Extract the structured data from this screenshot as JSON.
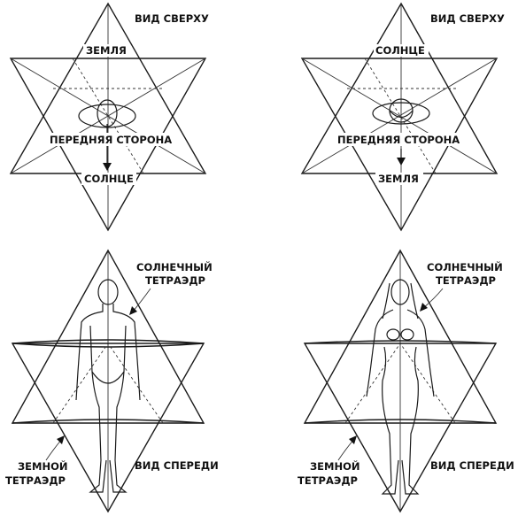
{
  "panels": {
    "top_left": {
      "view": "ВИД СВЕРХУ",
      "back": "ЗЕМЛЯ",
      "front_side": "ПЕРЕДНЯЯ СТОРОНА",
      "bottom": "СОЛНЦЕ"
    },
    "top_right": {
      "view": "ВИД СВЕРХУ",
      "back": "СОЛНЦЕ",
      "front_side": "ПЕРЕДНЯЯ СТОРОНА",
      "bottom": "ЗЕМЛЯ"
    },
    "bottom_left": {
      "sun_line1": "СОЛНЕЧНЫЙ",
      "sun_line2": "ТЕТРАЭДР",
      "earth_line1": "ЗЕМНОЙ",
      "earth_line2": "ТЕТРАЭДР",
      "view": "ВИД СПЕРЕДИ"
    },
    "bottom_right": {
      "sun_line1": "СОЛНЕЧНЫЙ",
      "sun_line2": "ТЕТРАЭДР",
      "earth_line1": "ЗЕМНОЙ",
      "earth_line2": "ТЕТРАЭДР",
      "view": "ВИД СПЕРЕДИ"
    }
  }
}
